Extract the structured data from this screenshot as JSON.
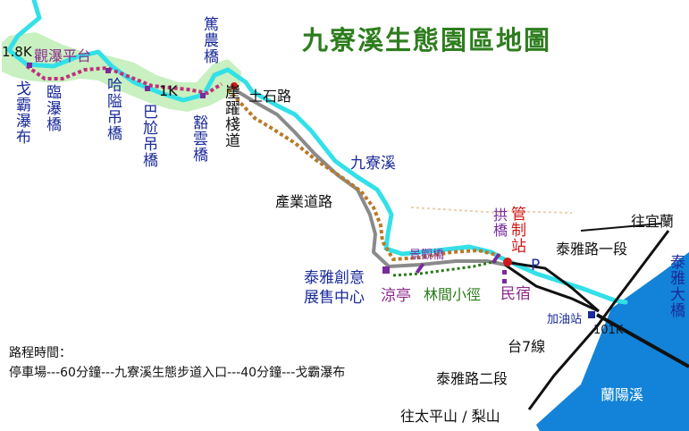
{
  "title": "九寮溪生態園區地圖",
  "places": {
    "platform": "觀瀑平台",
    "dist_1_8k": "1.8K",
    "dist_1k": "1K",
    "dist_101k": "101K",
    "ge_ba_falls": "戈霸瀑布",
    "lin_pu_bridge": "臨瀑橋",
    "ha_long_bridge": "哈隘吊橋",
    "ba_wang_bridge": "巴尬吊橋",
    "huo_yun_bridge": "豁雲橋",
    "du_nong_bridge": "篤農橋",
    "cliff_trail": "崖躍棧道",
    "dirt_road": "土石路",
    "stream": "九寮溪",
    "industry_road": "產業道路",
    "gong_bridge": "拱橋",
    "station": "管制站",
    "parking": "P",
    "jingguan_bridge": "景觀橋",
    "pavilion": "涼亭",
    "craft_center": "泰雅創意展售中心",
    "forest_trail": "林間小徑",
    "homestay": "民宿",
    "gas_station": "加油站",
    "to_yilan": "往宜蘭",
    "taiya_road_1": "泰雅路一段",
    "taiya_road_2": "泰雅路二段",
    "highway7": "台7線",
    "to_taipingshan": "往太平山 / 梨山",
    "taiya_bridge": "泰雅大橋",
    "lanyang_river": "蘭陽溪"
  },
  "legend": {
    "heading": "路程時間：",
    "route": "停車場---60分鐘---九寮溪生態步道入口---40分鐘---戈霸瀑布"
  },
  "colors": {
    "stream": "#33e0e8",
    "forest": "#c8f0c0",
    "lanyang": "#1283d8",
    "trail_brown": "#b97a2a",
    "trail_purple": "#c0307a",
    "road_gray": "#8a8a8a",
    "title_green": "#2e7d1e"
  }
}
